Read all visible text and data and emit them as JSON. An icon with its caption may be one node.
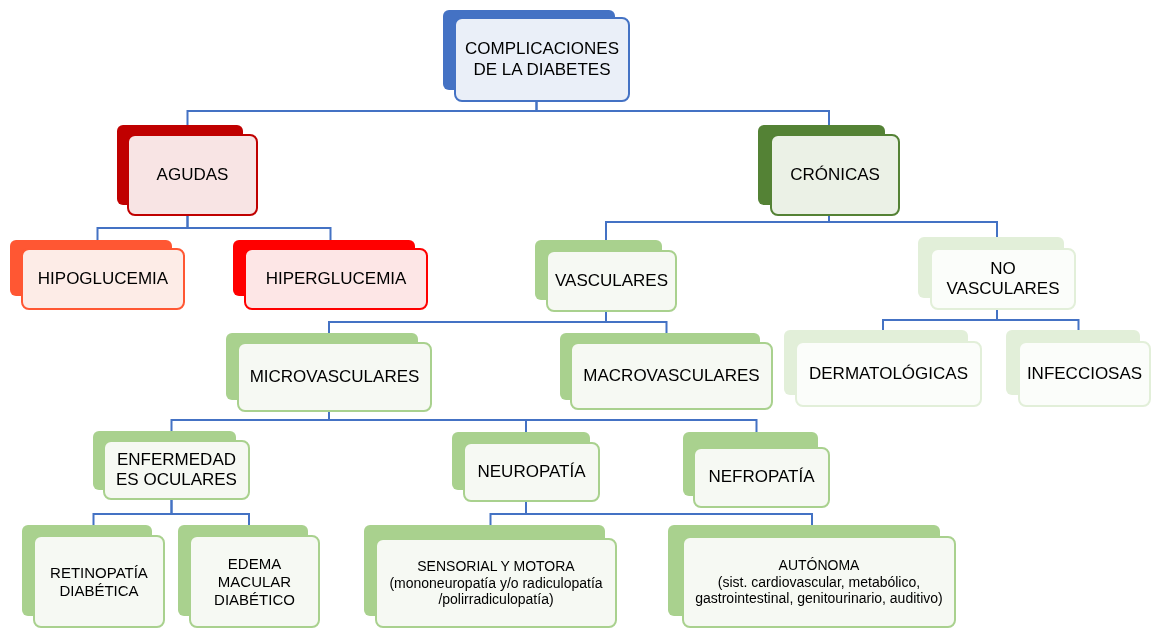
{
  "diagram": {
    "nodes": [
      {
        "text": [
          "COMPLICACIONES DE LA DIABETES"
        ]
      },
      {
        "text": [
          "AGUDAS"
        ]
      },
      {
        "text": [
          "CRÓNICAS"
        ]
      },
      {
        "text": [
          "HIPOGLUCEMIA"
        ]
      },
      {
        "text": [
          "HIPERGLUCEMIA"
        ]
      },
      {
        "text": [
          "VASCULARES"
        ]
      },
      {
        "text": [
          "NO VASCULARES"
        ]
      },
      {
        "text": [
          "MICROVASCULARES"
        ]
      },
      {
        "text": [
          "MACROVASCULARES"
        ]
      },
      {
        "text": [
          "DERMATOLÓGICAS"
        ]
      },
      {
        "text": [
          "INFECCIOSAS"
        ]
      },
      {
        "text": [
          "ENFERMEDAD ES OCULARES"
        ]
      },
      {
        "text": [
          "NEUROPATÍA"
        ]
      },
      {
        "text": [
          "NEFROPATÍA"
        ]
      },
      {
        "text": [
          "RETINOPATÍA DIABÉTICA"
        ]
      },
      {
        "text": [
          "EDEMA MACULAR DIABÉTICO"
        ]
      },
      {
        "text": [
          "SENSORIAL Y MOTORA",
          "(mononeuropatía y/o radiculopatía /polirradiculopatía)"
        ]
      },
      {
        "text": [
          "AUTÓNOMA",
          "(sist. cardiovascular, metabólico, gastrointestinal, genitourinario, auditivo)"
        ]
      }
    ],
    "edges": [
      {
        "from": 0,
        "to": 1,
        "arrow": "none"
      },
      {
        "from": 0,
        "to": 2,
        "arrow": "none"
      },
      {
        "from": 1,
        "to": 3,
        "arrow": "none"
      },
      {
        "from": 1,
        "to": 4,
        "arrow": "none"
      },
      {
        "from": 2,
        "to": 5,
        "arrow": "none"
      },
      {
        "from": 2,
        "to": 6,
        "arrow": "none"
      },
      {
        "from": 5,
        "to": 7,
        "arrow": "none"
      },
      {
        "from": 5,
        "to": 8,
        "arrow": "none"
      },
      {
        "from": 6,
        "to": 9,
        "arrow": "none"
      },
      {
        "from": 6,
        "to": 10,
        "arrow": "none"
      },
      {
        "from": 7,
        "to": 11,
        "arrow": "none"
      },
      {
        "from": 7,
        "to": 12,
        "arrow": "none"
      },
      {
        "from": 7,
        "to": 13,
        "arrow": "none"
      },
      {
        "from": 11,
        "to": 14,
        "arrow": "none"
      },
      {
        "from": 11,
        "to": 15,
        "arrow": "none"
      },
      {
        "from": 12,
        "to": 16,
        "arrow": "none"
      },
      {
        "from": 12,
        "to": 17,
        "arrow": "none"
      }
    ]
  }
}
